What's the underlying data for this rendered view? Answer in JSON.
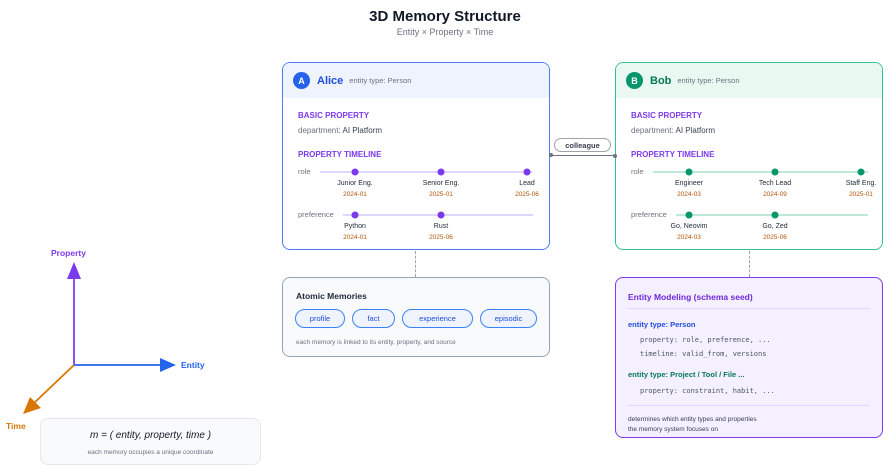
{
  "header": {
    "title": "3D Memory Structure",
    "subtitle": "Entity × Property × Time"
  },
  "colors": {
    "entity_axis": "#2563eb",
    "property_axis": "#7c3aed",
    "time_axis": "#d97706",
    "alice_accent": "#4f7df0",
    "bob_accent": "#34c38f"
  },
  "entities": [
    {
      "badge": "A",
      "name": "Alice",
      "entity_type": "entity type: Person",
      "basic_property_label": "BASIC PROPERTY",
      "department_key": "department:",
      "department_value": "AI Platform",
      "timeline_label": "PROPERTY TIMELINE",
      "timelines": [
        {
          "label": "role",
          "events": [
            {
              "value": "Junior Eng.",
              "date": "2024-01"
            },
            {
              "value": "Senior Eng.",
              "date": "2025-01"
            },
            {
              "value": "Lead",
              "date": "2025-06"
            }
          ]
        },
        {
          "label": "preference",
          "events": [
            {
              "value": "Python",
              "date": "2024-01"
            },
            {
              "value": "Rust",
              "date": "2025-06"
            }
          ]
        }
      ]
    },
    {
      "badge": "B",
      "name": "Bob",
      "entity_type": "entity type: Person",
      "basic_property_label": "BASIC PROPERTY",
      "department_key": "department:",
      "department_value": "AI Platform",
      "timeline_label": "PROPERTY TIMELINE",
      "timelines": [
        {
          "label": "role",
          "events": [
            {
              "value": "Engineer",
              "date": "2024-03"
            },
            {
              "value": "Tech Lead",
              "date": "2024-09"
            },
            {
              "value": "Staff Eng.",
              "date": "2025-01"
            }
          ]
        },
        {
          "label": "preference",
          "events": [
            {
              "value": "Go, Neovim",
              "date": "2024-03"
            },
            {
              "value": "Go, Zed",
              "date": "2025-06"
            }
          ]
        }
      ]
    }
  ],
  "relation": {
    "label": "colleague"
  },
  "atomic_memories": {
    "title": "Atomic Memories",
    "types": [
      "profile",
      "fact",
      "experience",
      "episodic"
    ],
    "note": "each memory is linked to its entity, property, and source"
  },
  "schema": {
    "title": "Entity Modeling (schema seed)",
    "person_type": "entity type: Person",
    "person_lines": [
      "property: role, preference, ...",
      "timeline: valid_from, versions"
    ],
    "project_type": "entity type: Project / Tool / File ...",
    "project_lines": [
      "property: constraint, habit, ..."
    ],
    "footer_lines": [
      "determines which entity types and properties",
      "the memory system focuses on"
    ]
  },
  "axes": {
    "property": "Property",
    "entity": "Entity",
    "time": "Time"
  },
  "coordinate": {
    "formula": "m = ( entity, property, time )",
    "note": "each memory occupies a unique coordinate"
  }
}
